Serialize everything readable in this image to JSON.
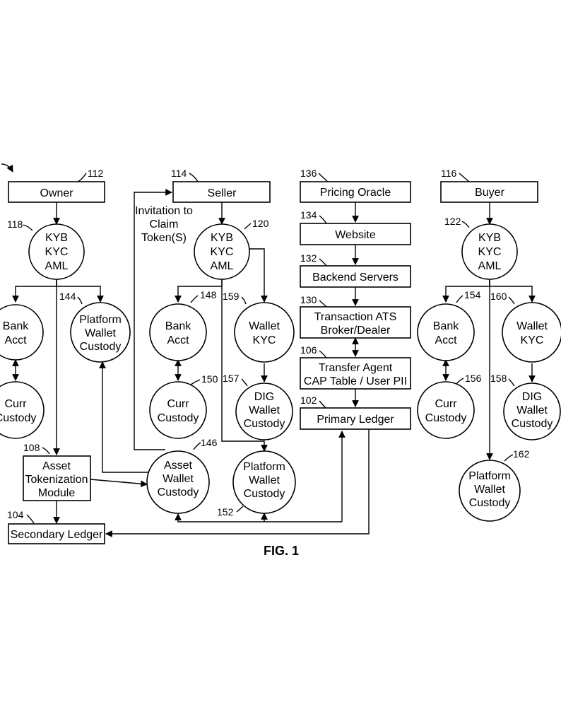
{
  "figure_label": "FIG. 1",
  "nodes": {
    "owner": {
      "ref": "112",
      "lines": [
        "Owner"
      ]
    },
    "seller": {
      "ref": "114",
      "lines": [
        "Seller"
      ]
    },
    "pricing_oracle": {
      "ref": "136",
      "lines": [
        "Pricing Oracle"
      ]
    },
    "buyer": {
      "ref": "116",
      "lines": [
        "Buyer"
      ]
    },
    "owner_kyc": {
      "ref": "118",
      "lines": [
        "KYB",
        "KYC",
        "AML"
      ]
    },
    "seller_kyc": {
      "ref": "120",
      "lines": [
        "KYB",
        "KYC",
        "AML"
      ]
    },
    "buyer_kyc": {
      "ref": "122",
      "lines": [
        "KYB",
        "KYC",
        "AML"
      ]
    },
    "website": {
      "ref": "134",
      "lines": [
        "Website"
      ]
    },
    "backend_servers": {
      "ref": "132",
      "lines": [
        "Backend Servers"
      ]
    },
    "transaction_ats": {
      "ref": "130",
      "lines": [
        "Transaction ATS",
        "Broker/Dealer"
      ]
    },
    "transfer_agent": {
      "ref": "106",
      "lines": [
        "Transfer Agent",
        "CAP Table / User PII"
      ]
    },
    "primary_ledger": {
      "ref": "102",
      "lines": [
        "Primary Ledger"
      ]
    },
    "owner_bank": {
      "ref": "",
      "lines": [
        "Bank",
        "Acct"
      ]
    },
    "owner_platform_wallet": {
      "ref": "144",
      "lines": [
        "Platform",
        "Wallet",
        "Custody"
      ]
    },
    "owner_curr": {
      "ref": "",
      "lines": [
        "Curr",
        "Custody"
      ]
    },
    "seller_bank": {
      "ref": "148",
      "lines": [
        "Bank",
        "Acct"
      ]
    },
    "seller_wallet_kyc": {
      "ref": "159",
      "lines": [
        "Wallet",
        "KYC"
      ]
    },
    "seller_curr": {
      "ref": "150",
      "lines": [
        "Curr",
        "Custody"
      ]
    },
    "seller_dig_wallet": {
      "ref": "157",
      "lines": [
        "DIG",
        "Wallet",
        "Custody"
      ]
    },
    "asset_tokenization": {
      "ref": "108",
      "lines": [
        "Asset",
        "Tokenization",
        "Module"
      ]
    },
    "asset_wallet": {
      "ref": "146",
      "lines": [
        "Asset",
        "Wallet",
        "Custody"
      ]
    },
    "seller_platform_wallet": {
      "ref": "152",
      "lines": [
        "Platform",
        "Wallet",
        "Custody"
      ]
    },
    "secondary_ledger": {
      "ref": "104",
      "lines": [
        "Secondary Ledger"
      ]
    },
    "buyer_bank": {
      "ref": "154",
      "lines": [
        "Bank",
        "Acct"
      ]
    },
    "buyer_wallet_kyc": {
      "ref": "160",
      "lines": [
        "Wallet",
        "KYC"
      ]
    },
    "buyer_curr": {
      "ref": "156",
      "lines": [
        "Curr",
        "Custody"
      ]
    },
    "buyer_dig_wallet": {
      "ref": "158",
      "lines": [
        "DIG",
        "Wallet",
        "Custody"
      ]
    },
    "buyer_platform_wallet": {
      "ref": "162",
      "lines": [
        "Platform",
        "Wallet",
        "Custody"
      ]
    }
  },
  "annotations": {
    "invitation": [
      "Invitation to",
      "Claim",
      "Token(S)"
    ]
  }
}
